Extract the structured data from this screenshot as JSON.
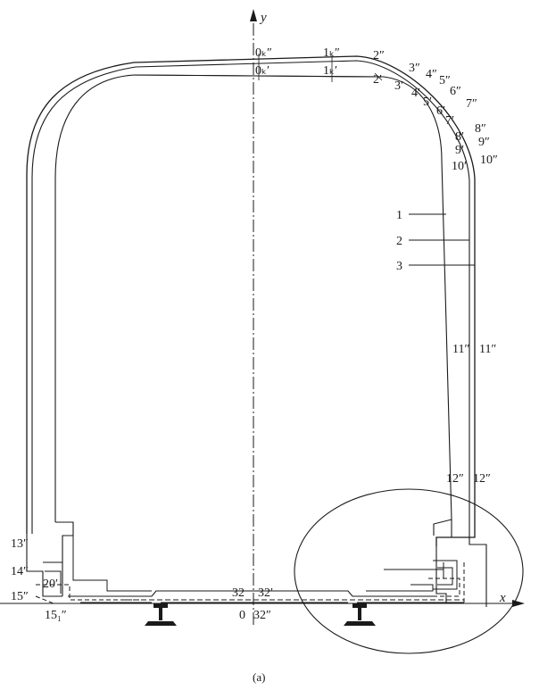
{
  "axes": {
    "x": "x",
    "y": "y",
    "origin": "0"
  },
  "top_points": {
    "p0pp": "0ₖ″",
    "p0p": "0ₖ′",
    "p1pp": "1ₖ″",
    "p1p": "1ₖ′",
    "p2pp": "2″",
    "p2p": "2′",
    "p3pp": "3″",
    "p3p": "3′",
    "p4pp": "4″",
    "p4p": "4′",
    "p5pp": "5″",
    "p5p": "5′",
    "p6pp": "6″",
    "p6p": "6′",
    "p7pp": "7″",
    "p7p": "7′",
    "p8pp": "8″",
    "p8p": "8′",
    "p9pp": "9″",
    "p9p": "9′",
    "p10pp": "10″",
    "p10p": "10′"
  },
  "contour_labels": {
    "c1": "1",
    "c2": "2",
    "c3": "3"
  },
  "side_points": {
    "p11a": "11″",
    "p11b": "11″",
    "p12a": "12″",
    "p12b": "12″",
    "p13": "13″",
    "p14": "14″",
    "p15": "15″",
    "p20": "20′",
    "p151": "15₁″"
  },
  "bottom_points": {
    "p32a": "32",
    "p32b": "32′",
    "p32c": "32″"
  },
  "caption": "(a)"
}
